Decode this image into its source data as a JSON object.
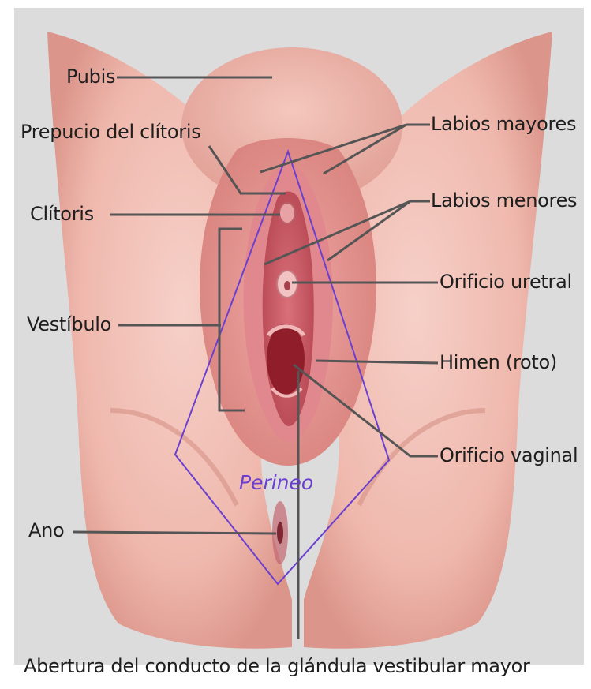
{
  "labels": {
    "pubis": "Pubis",
    "prepucio": "Prepucio del clítoris",
    "clitoris": "Clítoris",
    "vestibulo": "Vestíbulo",
    "ano": "Ano",
    "labios_mayores": "Labios mayores",
    "labios_menores": "Labios menores",
    "orificio_uretral": "Orificio uretral",
    "himen": "Himen (roto)",
    "orificio_vaginal": "Orificio vaginal",
    "perineo": "Perineo",
    "abertura": "Abertura del conducto de la glándula vestibular mayor"
  },
  "colors": {
    "background": "#ffffff",
    "grey_backdrop": "#dcdcdc",
    "skin": "#f3c0b6",
    "skin_shadow": "#d98f86",
    "labia": "#e58f90",
    "vestibule": "#c95866",
    "vaginal_opening": "#8f1e2a",
    "leader_line": "#555555",
    "perineum_outline": "#6a3fd0",
    "label_text": "#1e1e1e"
  }
}
